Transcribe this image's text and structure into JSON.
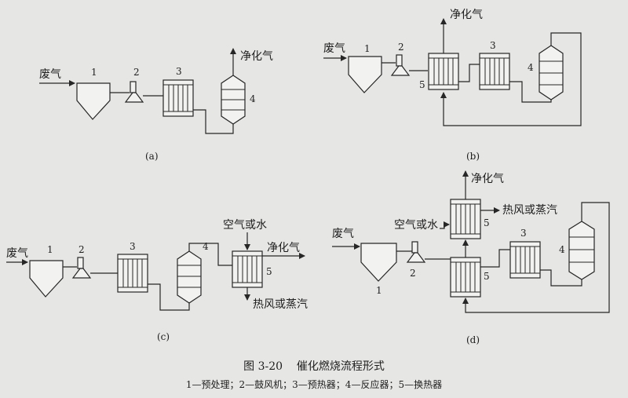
{
  "labels": {
    "waste_gas": "废气",
    "clean_gas": "净化气",
    "air_or_water": "空气或水",
    "hot_air_steam": "热风或蒸汽"
  },
  "numbers": {
    "n1": "1",
    "n2": "2",
    "n3": "3",
    "n4": "4",
    "n5": "5"
  },
  "panels": {
    "a": "(a)",
    "b": "(b)",
    "c": "(c)",
    "d": "(d)"
  },
  "caption": {
    "title": "图 3-20    催化燃烧流程形式",
    "legend": "1—预处理；2—鼓风机；3—预热器；4—反应器；5—换热器"
  }
}
